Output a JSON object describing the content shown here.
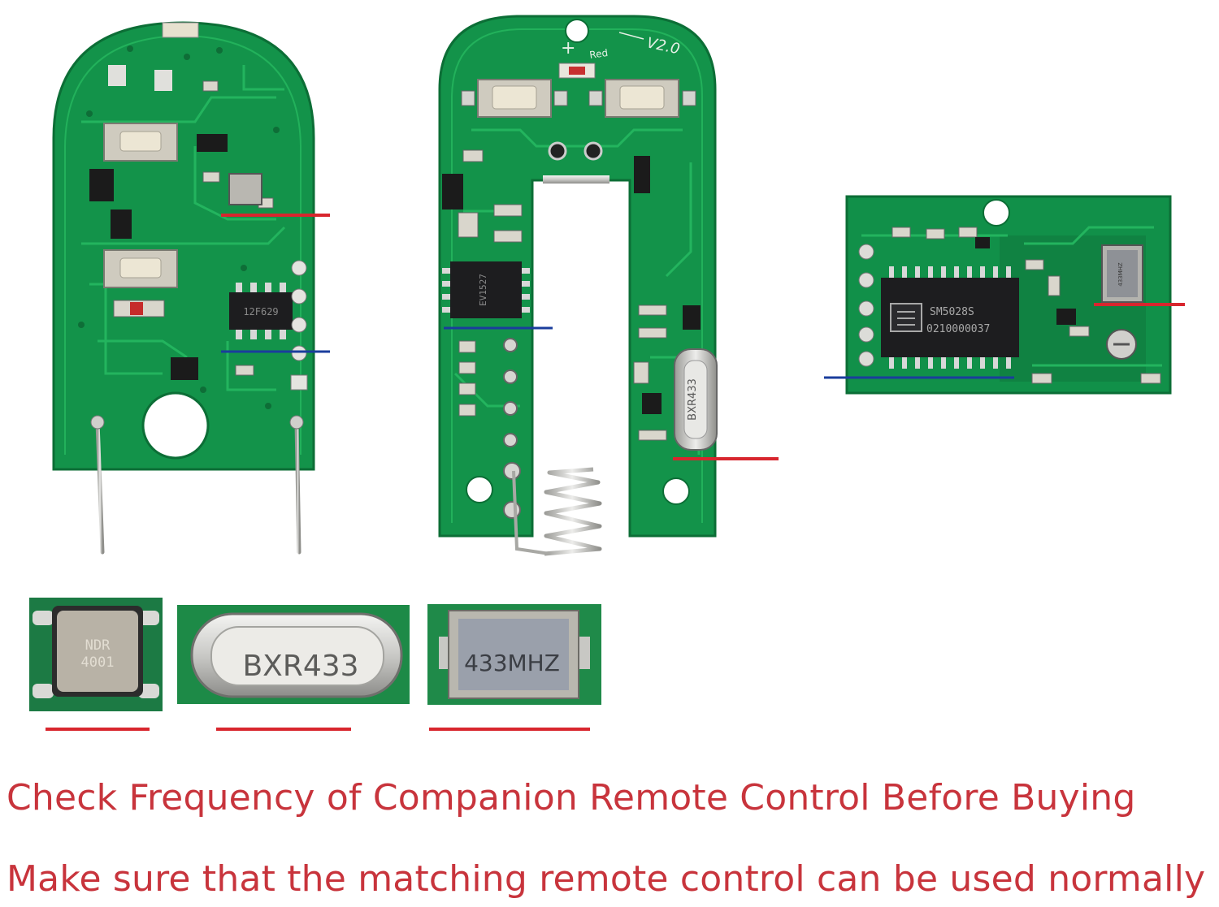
{
  "colors": {
    "pcb_green": "#13934a",
    "pcb_dark": "#0c6e36",
    "trace": "#1fae58",
    "marker_red": "#d8262e",
    "marker_blue": "#1a3d9c",
    "caption_red": "#c8343c"
  },
  "boards": {
    "left": {
      "chip_label": "12F629"
    },
    "middle": {
      "version_label": "V2.0",
      "led_label": "Red",
      "plus_label": "+",
      "chip_label": "EV1527",
      "crystal_label": "BXR433"
    },
    "right": {
      "chip_line1": "SM5028S",
      "chip_line2": "0210000037",
      "crystal_label": "433MHZ"
    }
  },
  "closeups": {
    "resonator1": {
      "line1": "NDR",
      "line2": "4001"
    },
    "resonator2": {
      "label": "BXR433"
    },
    "resonator3": {
      "label": "433MHZ"
    }
  },
  "captions": {
    "line1": "Check Frequency of Companion Remote Control Before Buying",
    "line2": "Make sure that the matching remote control can be used normally"
  }
}
